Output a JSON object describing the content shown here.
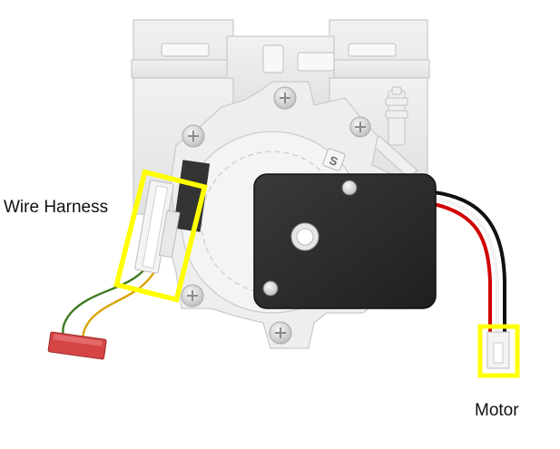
{
  "labels": {
    "wire_harness": "Wire Harness",
    "motor": "Motor"
  },
  "colors": {
    "highlight": "#FFFF00",
    "motor_body": "#2B2B2B",
    "wire_red": "#D00000",
    "wire_black": "#111111",
    "wire_white": "#F2F2F2",
    "wire_green": "#3D7A1E",
    "wire_yellow": "#D9A400",
    "connector_red": "#D64545",
    "mount_gray": "#ECECEC"
  },
  "icons": {
    "s_marking": "S"
  }
}
